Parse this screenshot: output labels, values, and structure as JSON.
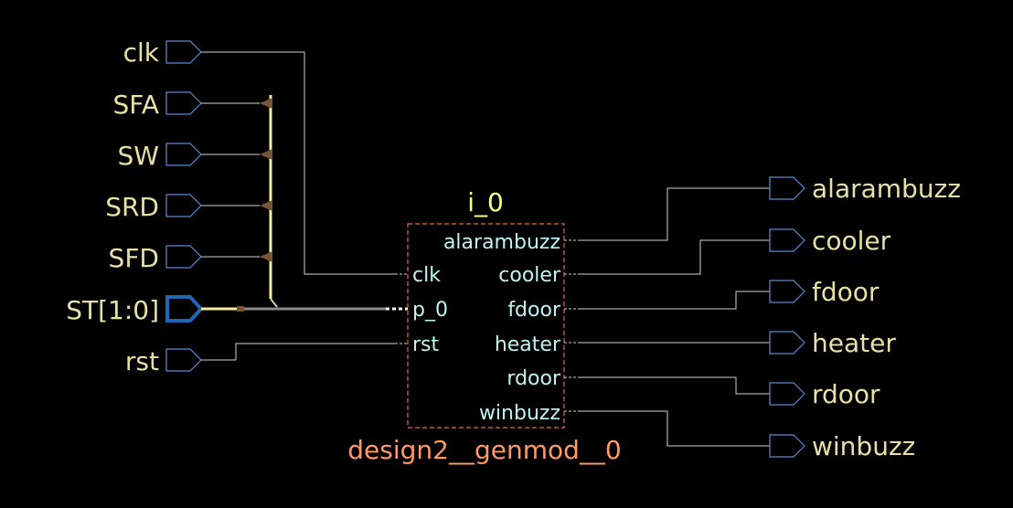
{
  "inputs": {
    "clk": "clk",
    "sfa": "SFA",
    "sw": "SW",
    "srd": "SRD",
    "sfd": "SFD",
    "st": "ST[1:0]",
    "rst": "rst"
  },
  "outputs": {
    "alarambuzz": "alarambuzz",
    "cooler": "cooler",
    "fdoor": "fdoor",
    "heater": "heater",
    "rdoor": "rdoor",
    "winbuzz": "winbuzz"
  },
  "instance": {
    "name": "i_0",
    "cell": "design2__genmod__0",
    "in_pins": {
      "clk": "clk",
      "p_0": "p_0",
      "rst": "rst"
    },
    "out_pins": {
      "alarambuzz": "alarambuzz",
      "cooler": "cooler",
      "fdoor": "fdoor",
      "heater": "heater",
      "rdoor": "rdoor",
      "winbuzz": "winbuzz"
    }
  },
  "colors": {
    "background": "#000000",
    "wire": "#cfcfcf",
    "bus_highlight": "#f5f0a0",
    "port_outline": "#5a8bd6",
    "instance_box": "#d9704a",
    "ripper": "#7a5535"
  }
}
